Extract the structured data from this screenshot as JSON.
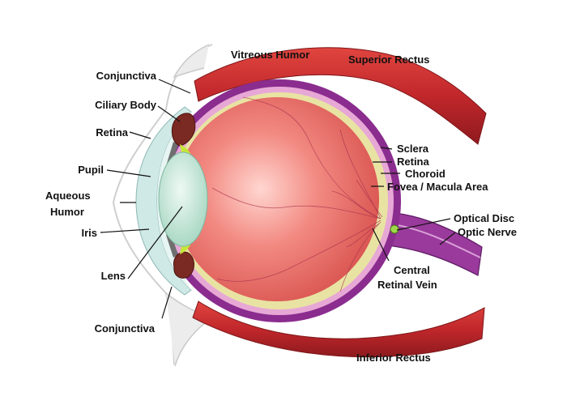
{
  "labels": {
    "conjunctiva_top": "Conjunctiva",
    "ciliary_body": "Ciliary Body",
    "retina_front": "Retina",
    "pupil": "Pupil",
    "aqueous_line1": "Aqueous",
    "aqueous_line2": "Humor",
    "iris": "Iris",
    "lens": "Lens",
    "conjunctiva_bottom": "Conjunctiva",
    "vitreous_humor": "Vitreous Humor",
    "superior_rectus": "Superior Rectus",
    "sclera": "Sclera",
    "retina_back": "Retina",
    "choroid": "Choroid",
    "fovea": "Fovea / Macula Area",
    "optical_disc": "Optical Disc",
    "optic_nerve": "Optic Nerve",
    "central_vein_line1": "Central",
    "central_vein_line2": "Retinal Vein",
    "inferior_rectus": "Inferior Rectus"
  },
  "colors": {
    "eyeball": "#e8706c",
    "sclera": "#8b2c8f",
    "choroid": "#e7a8d6",
    "retina_layer": "#e9e3a3",
    "muscle": "#c6282c",
    "lens": "#bfe5d5",
    "cornea": "#cfe9e6",
    "ciliary": "#7a2a22",
    "zonule": "#c6e63a"
  }
}
